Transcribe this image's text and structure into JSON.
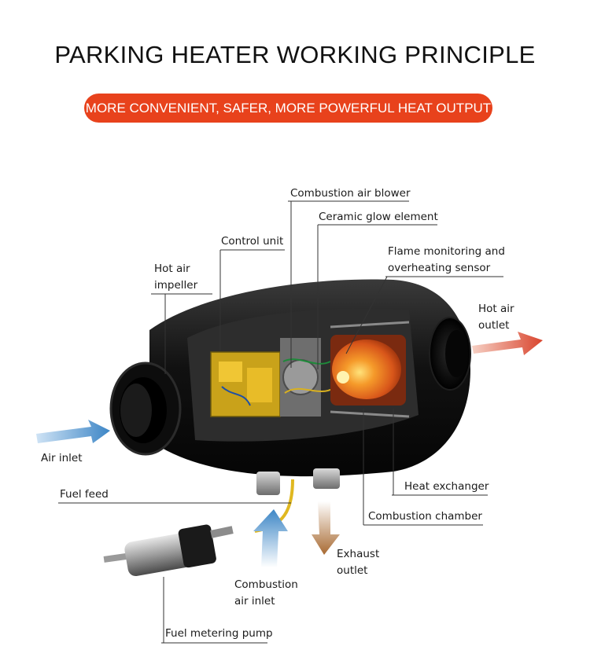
{
  "header": {
    "title": "PARKING HEATER WORKING PRINCIPLE",
    "tagline": "MORE CONVENIENT, SAFER, MORE POWERFUL HEAT OUTPUT"
  },
  "labels": {
    "combustion_air_blower": "Combustion air blower",
    "ceramic_glow_element": "Ceramic glow element",
    "control_unit": "Control unit",
    "hot_air_impeller_1": "Hot air",
    "hot_air_impeller_2": "impeller",
    "flame_monitoring_1": "Flame monitoring and",
    "flame_monitoring_2": "overheating sensor",
    "hot_air_outlet_1": "Hot air",
    "hot_air_outlet_2": "outlet",
    "air_inlet": "Air inlet",
    "fuel_feed": "Fuel feed",
    "heat_exchanger": "Heat exchanger",
    "combustion_chamber": "Combustion chamber",
    "exhaust_outlet_1": "Exhaust",
    "exhaust_outlet_2": "outlet",
    "combustion_air_inlet_1": "Combustion",
    "combustion_air_inlet_2": "air inlet",
    "fuel_metering_pump": "Fuel metering pump"
  },
  "colors": {
    "accent": "#e8421c",
    "inlet_arrow": "#3d86c6",
    "outlet_arrow": "#d9452e",
    "exhaust_arrow": "#a86a32",
    "flame": "#f07a1c"
  }
}
